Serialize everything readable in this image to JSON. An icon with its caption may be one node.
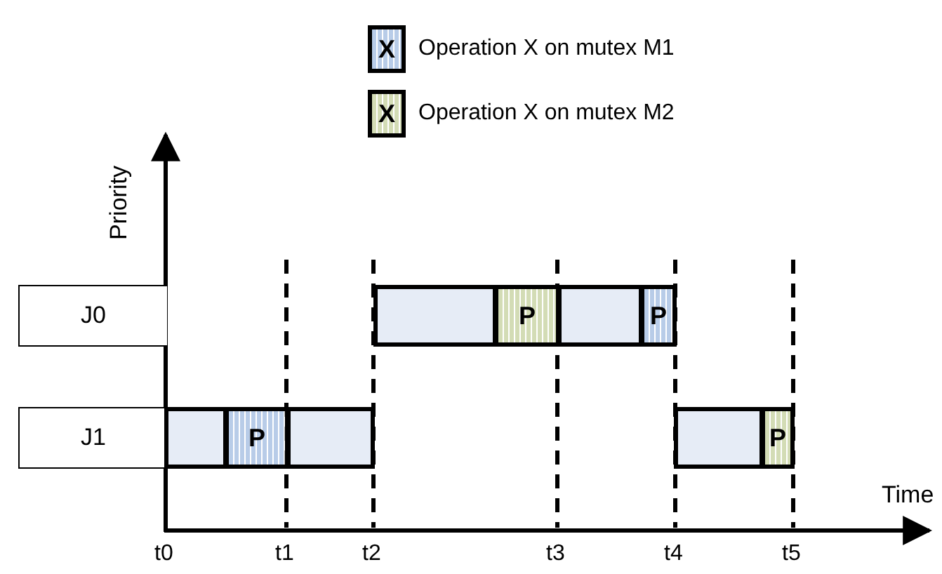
{
  "diagram": {
    "nodes": [
      {
        "text": [
          "J0"
        ]
      },
      {
        "text": [
          "J1"
        ]
      },
      {
        "text": [],
        "shape": "bar"
      },
      {
        "text": [
          "P"
        ]
      },
      {
        "text": [],
        "shape": "bar"
      },
      {
        "text": [
          "P"
        ]
      },
      {
        "text": [],
        "shape": "bar"
      },
      {
        "text": [
          "P"
        ]
      },
      {
        "text": [],
        "shape": "bar"
      },
      {
        "text": [],
        "shape": "bar"
      },
      {
        "text": [
          "P"
        ]
      }
    ],
    "edges": [],
    "labels": [
      "X",
      "X",
      "Priority",
      "Time",
      "t0",
      "t1",
      "t2",
      "t3",
      "t4",
      "t5"
    ],
    "legend": [
      {
        "text": "Operation X on mutex M1",
        "color": "#b8cce8"
      },
      {
        "text": "Operation X on mutex M2",
        "color": "#d3dcb5"
      }
    ]
  }
}
